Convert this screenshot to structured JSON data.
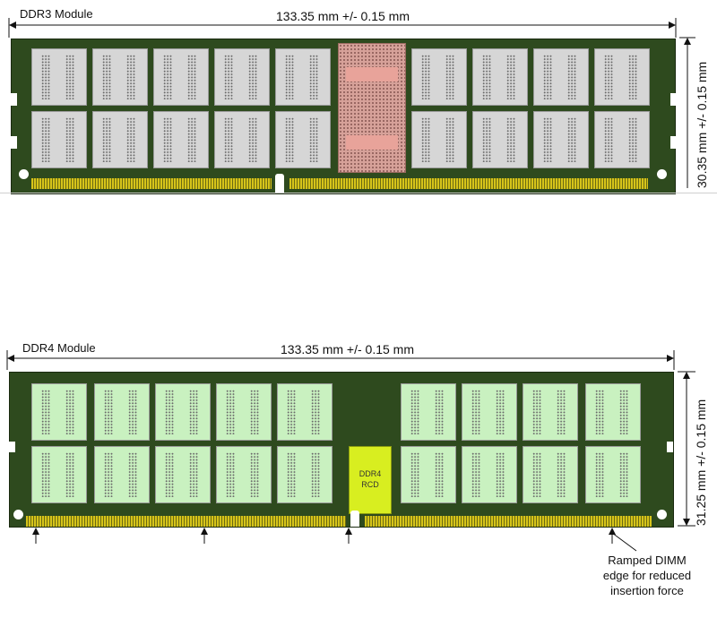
{
  "ddr3": {
    "title": "DDR3 Module",
    "width_label": "133.35 mm +/- 0.15 mm",
    "height_label": "30.35 mm +/- 0.15 mm",
    "chip_color": "#d6d6d6",
    "center_chip_color": "#d6a199",
    "pcb_color": "#2e4a1e"
  },
  "ddr4": {
    "title": "DDR4 Module",
    "width_label": "133.35 mm +/- 0.15 mm",
    "height_label": "31.25 mm +/- 0.15 mm",
    "chip_color": "#c9f1c0",
    "rcd_label_line1": "DDR4",
    "rcd_label_line2": "RCD",
    "rcd_color": "#d8ee20",
    "pcb_color": "#2e4a1e",
    "annotation_line1": "Ramped DIMM",
    "annotation_line2": "edge for reduced",
    "annotation_line3": "insertion force"
  },
  "contact_color": "#d6c41a",
  "icons": [
    "arrow-up-icon",
    "double-arrow-icon"
  ]
}
